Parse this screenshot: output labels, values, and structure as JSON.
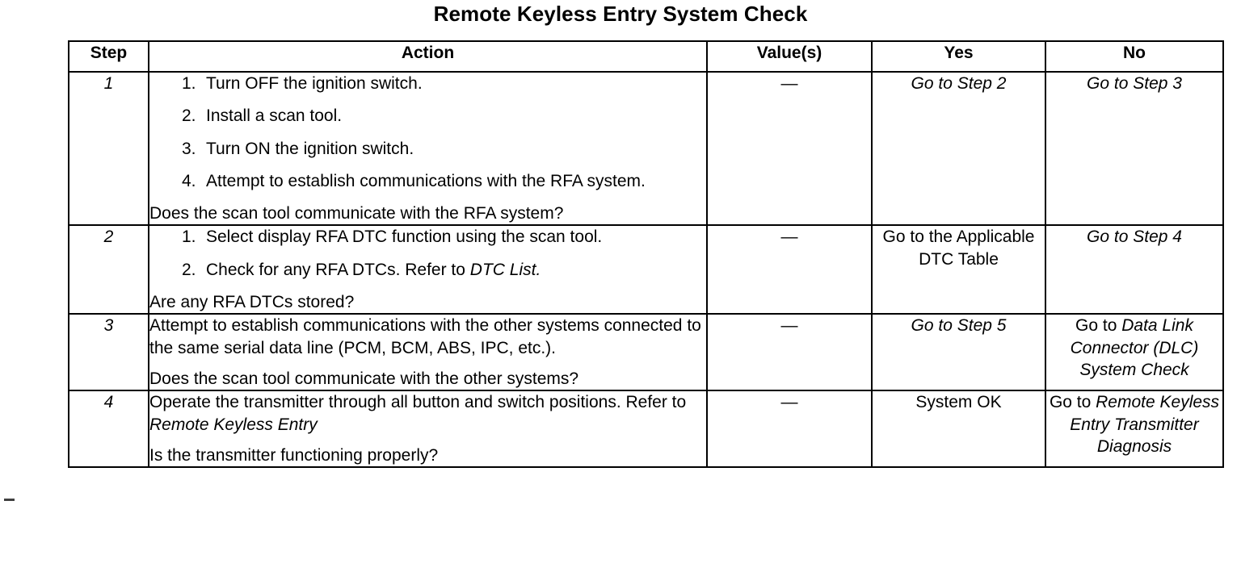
{
  "document": {
    "title": "Remote Keyless Entry System Check"
  },
  "table": {
    "headers": {
      "step": "Step",
      "action": "Action",
      "value": "Value(s)",
      "yes": "Yes",
      "no": "No"
    },
    "rows": [
      {
        "step": "1",
        "action": {
          "numbered": [
            {
              "num": "1.",
              "text": "Turn OFF the ignition switch."
            },
            {
              "num": "2.",
              "text": "Install a scan tool."
            },
            {
              "num": "3.",
              "text": "Turn ON the ignition switch."
            },
            {
              "num": "4.",
              "text": "Attempt to establish communications with the RFA system."
            }
          ],
          "question": "Does the scan tool communicate with the RFA system?"
        },
        "value": "—",
        "yes": {
          "plain": "",
          "italic": "Go to Step 2"
        },
        "no": {
          "plain": "",
          "italic": "Go to Step 3"
        }
      },
      {
        "step": "2",
        "action": {
          "numbered": [
            {
              "num": "1.",
              "text": "Select display RFA DTC function using the scan tool."
            },
            {
              "num": "2.",
              "text": "Check for any RFA DTCs. Refer to ",
              "italic": "DTC List.",
              "trail": ""
            }
          ],
          "question": "Are any RFA DTCs stored?"
        },
        "value": "—",
        "yes": {
          "plain": "Go to the Applicable DTC Table",
          "italic": ""
        },
        "no": {
          "plain": "",
          "italic": "Go to Step 4"
        }
      },
      {
        "step": "3",
        "action": {
          "paragraph": "Attempt to establish communications with the other systems connected to the same serial data line (PCM, BCM, ABS, IPC, etc.).",
          "question": "Does the scan tool communicate with the other systems?"
        },
        "value": "—",
        "yes": {
          "plain": "",
          "italic": "Go to Step 5"
        },
        "no": {
          "plain": "Go to ",
          "italic": "Data Link Connector (DLC) System Check"
        }
      },
      {
        "step": "4",
        "action": {
          "paragraph_plain": "Operate the transmitter through all button and switch positions. Refer to ",
          "paragraph_italic": "Remote Keyless Entry",
          "question": "Is the transmitter functioning properly?"
        },
        "value": "—",
        "yes": {
          "plain": "System OK",
          "italic": ""
        },
        "no": {
          "plain": "Go to ",
          "italic": "Remote Keyless Entry Transmitter Diagnosis"
        }
      }
    ]
  }
}
